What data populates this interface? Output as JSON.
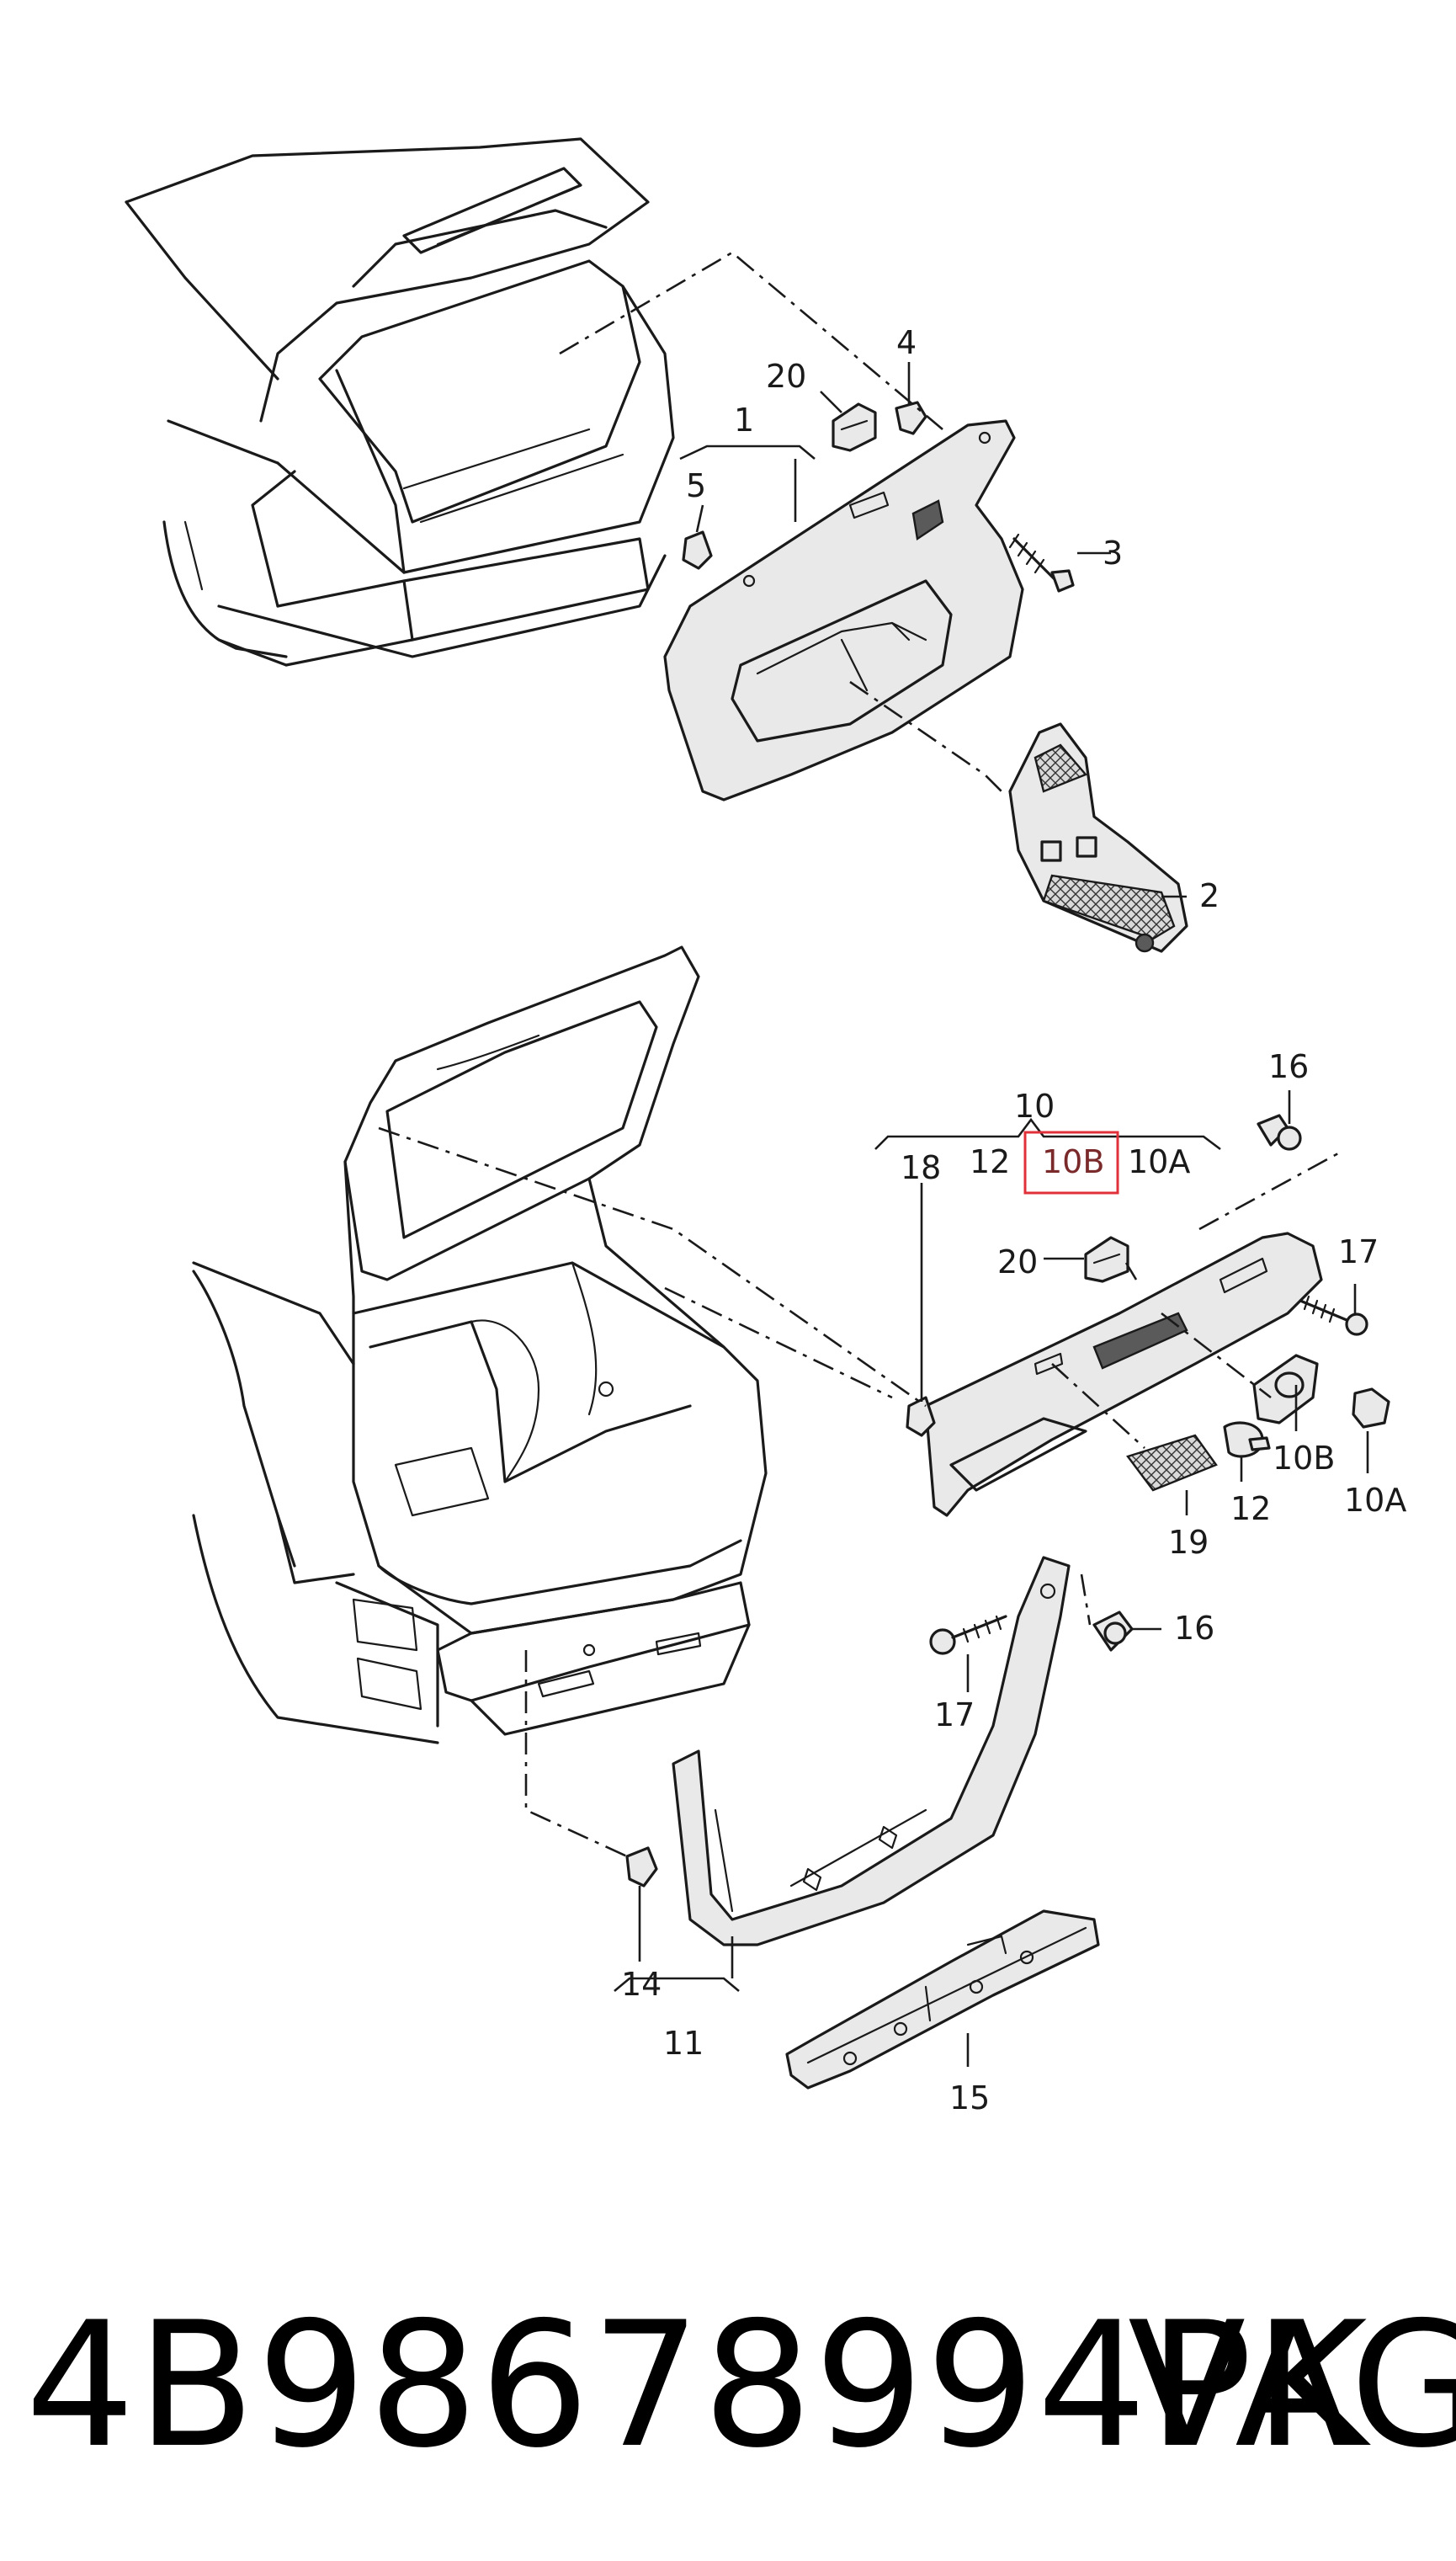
{
  "callouts": {
    "c1": "1",
    "c2": "2",
    "c3": "3",
    "c4": "4",
    "c5": "5",
    "c20_top": "20",
    "c10": "10",
    "c12_bracket": "12",
    "c10b_bracket": "10B",
    "c10a_bracket": "10A",
    "c16_top": "16",
    "c18": "18",
    "c20_mid": "20",
    "c17_right": "17",
    "c10b": "10B",
    "c10a": "10A",
    "c12": "12",
    "c19": "19",
    "c16_bottom": "16",
    "c17_bottom": "17",
    "c14": "14",
    "c11": "11",
    "c15": "15"
  },
  "highlight": {
    "label": "10B",
    "color": "#e0303a"
  },
  "footer": {
    "part_number": "4B98678994PK",
    "brand": "VAG"
  }
}
